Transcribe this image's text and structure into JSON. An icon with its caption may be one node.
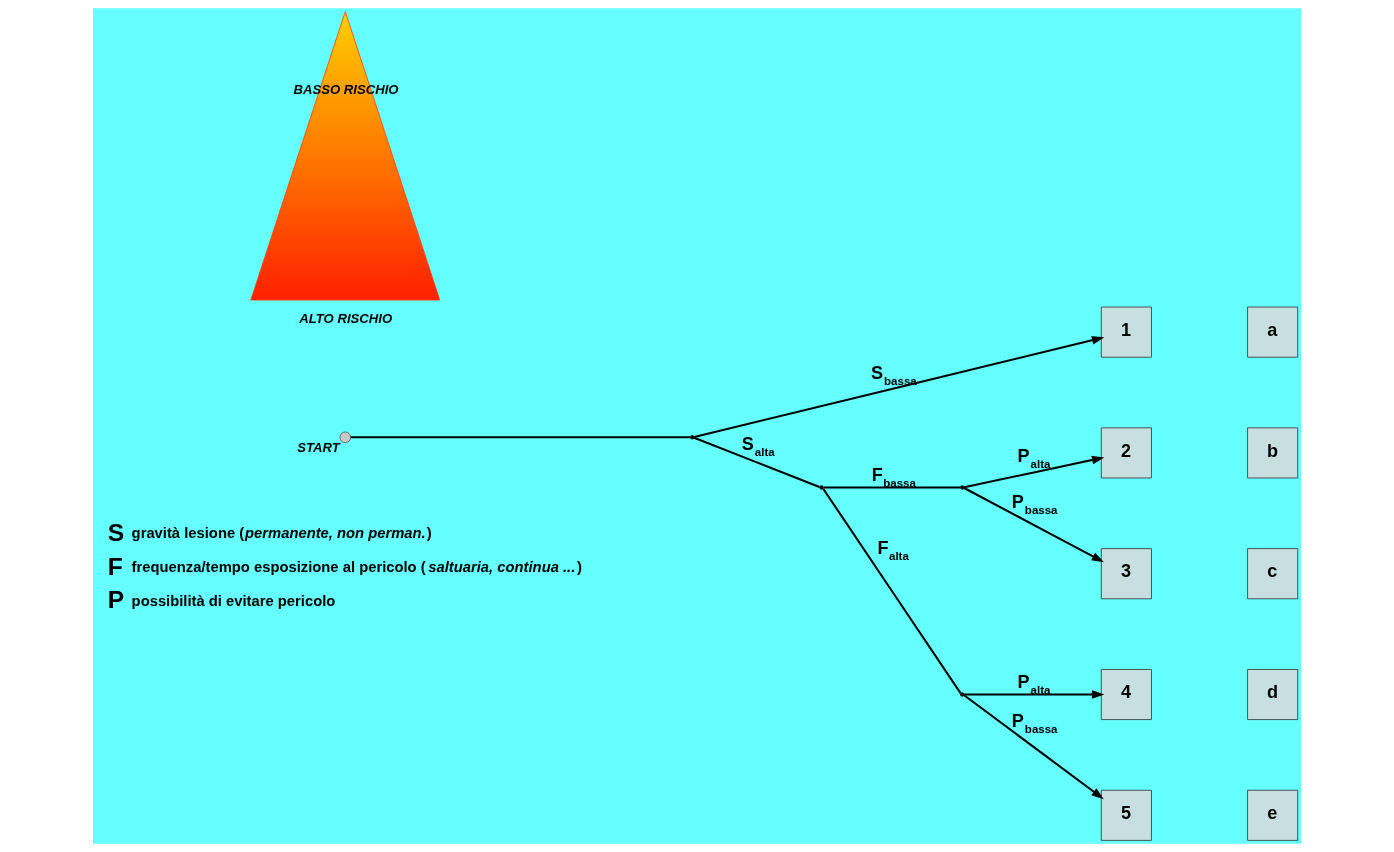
{
  "diagram": {
    "nodes": [
      {
        "text": [],
        "shape": "circle",
        "beside": [
          "START"
        ]
      },
      {
        "text": [],
        "shape": "point"
      },
      {
        "text": [],
        "shape": "point"
      },
      {
        "text": [],
        "shape": "point"
      },
      {
        "text": [],
        "shape": "point"
      },
      {
        "text": [
          "1"
        ]
      },
      {
        "text": [
          "2"
        ]
      },
      {
        "text": [
          "3"
        ]
      },
      {
        "text": [
          "4"
        ]
      },
      {
        "text": [
          "5"
        ]
      },
      {
        "text": [
          "a"
        ]
      },
      {
        "text": [
          "b"
        ]
      },
      {
        "text": [
          "c"
        ]
      },
      {
        "text": [
          "d"
        ]
      },
      {
        "text": [
          "e"
        ]
      },
      {
        "text": [
          "BASSO RISCHIO",
          "ALTO RISCHIO"
        ]
      }
    ],
    "edges": [
      {
        "from": 0,
        "to": 1,
        "arrow": "none"
      },
      {
        "from": 1,
        "to": 5,
        "arrow": "to",
        "label": "S$_{bassa}$"
      },
      {
        "from": 1,
        "to": 2,
        "arrow": "none",
        "label": "S$_{alta}$"
      },
      {
        "from": 2,
        "to": 3,
        "arrow": "none",
        "label": "F$_{bassa}$"
      },
      {
        "from": 2,
        "to": 4,
        "arrow": "none",
        "label": "F$_{alta}$"
      },
      {
        "from": 3,
        "to": 6,
        "arrow": "to",
        "label": "P$_{alta}$"
      },
      {
        "from": 3,
        "to": 7,
        "arrow": "to",
        "label": "P$_{bassa}$"
      },
      {
        "from": 4,
        "to": 8,
        "arrow": "to",
        "label": "P$_{alta}$"
      },
      {
        "from": 4,
        "to": 9,
        "arrow": "to",
        "label": "P$_{bassa}$"
      }
    ],
    "labels": [
      "S",
      "gravità lesione (*permanente, non perman.*)",
      "F",
      "frequenza/tempo esposizione al pericolo (*saltuaria, continua ...*)",
      "P",
      "possibilità di evitare pericolo"
    ]
  }
}
